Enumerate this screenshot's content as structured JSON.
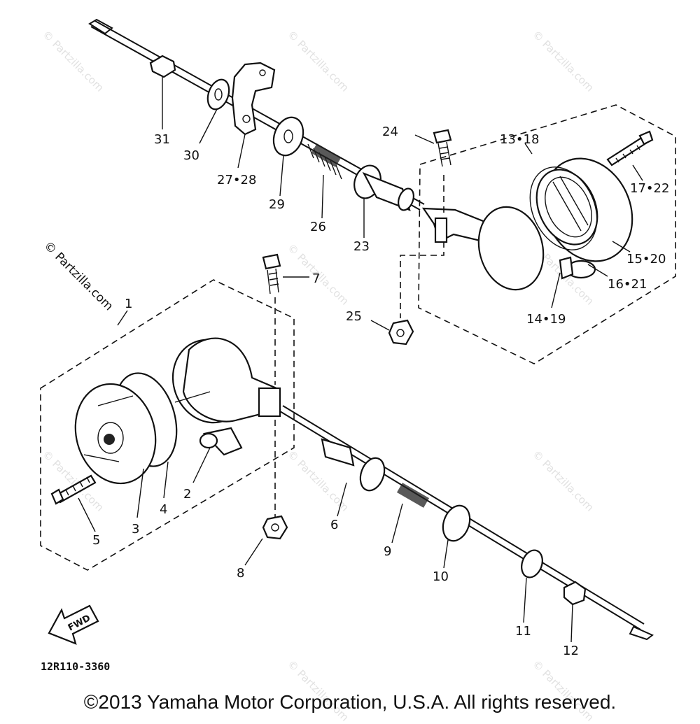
{
  "diagram": {
    "reference_code": "12R110-3360",
    "copyright": "©2013 Yamaha Motor Corporation, U.S.A. All rights reserved.",
    "fwd_label": "FWD",
    "watermark_text": "© Partzilla.com",
    "callouts": [
      "31",
      "30",
      "27•28",
      "29",
      "26",
      "23",
      "24",
      "13•18",
      "17•22",
      "15•20",
      "16•21",
      "14•19",
      "25",
      "1",
      "7",
      "2",
      "3",
      "4",
      "5",
      "6",
      "8",
      "9",
      "10",
      "11",
      "12"
    ]
  }
}
